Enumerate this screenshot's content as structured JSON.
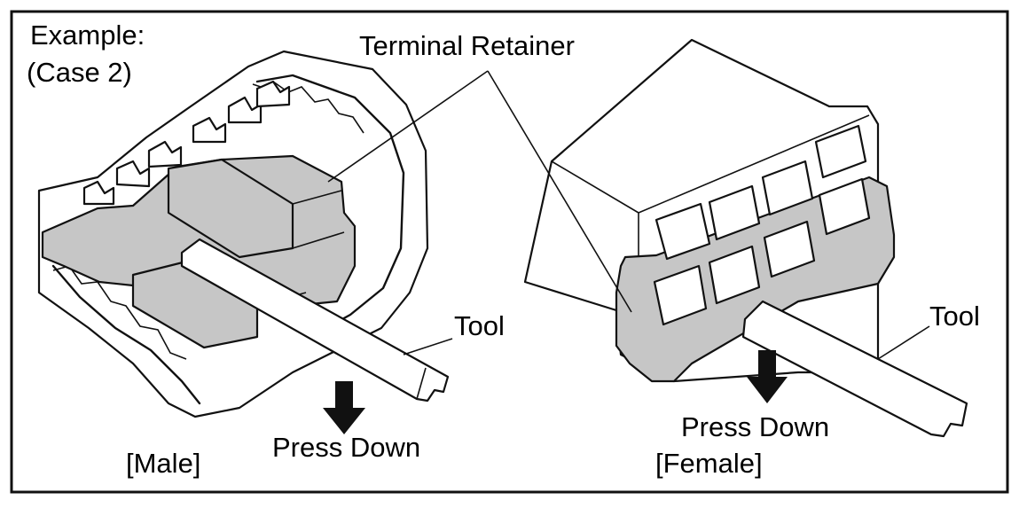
{
  "example_label": "Example:",
  "case_label": "(Case 2)",
  "terminal_retainer_label": "Terminal Retainer",
  "male": {
    "tool_label": "Tool",
    "press_label": "Press Down",
    "caption": "[Male]"
  },
  "female": {
    "tool_label": "Tool",
    "press_label": "Press Down",
    "caption": "[Female]"
  },
  "colors": {
    "retainer_fill": "#c6c6c6",
    "line": "#111111",
    "background": "#ffffff"
  }
}
